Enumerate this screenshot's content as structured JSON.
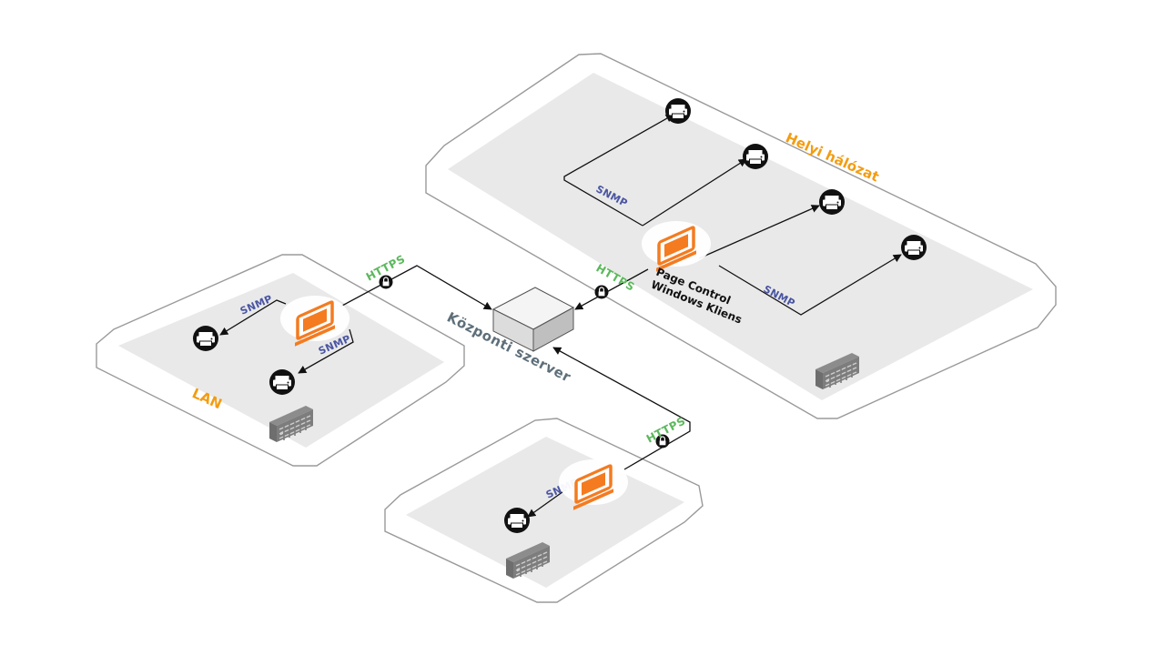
{
  "server": {
    "label": "Központi szerver"
  },
  "zones": {
    "helyi": {
      "label": "Helyi hálózat"
    },
    "lan": {
      "label": "LAN"
    },
    "bottom": {
      "label": ""
    }
  },
  "client": {
    "line1": "Page Control",
    "line2": "Windows Kliens"
  },
  "protocols": {
    "https": "HTTPS",
    "snmp": "SNMP"
  },
  "colors": {
    "https": "#5cb85c",
    "snmp": "#4a55a2",
    "zone_label": "#f39c12",
    "computer": "#f47b20",
    "server_label": "#5e6f7a"
  },
  "icons": {
    "printer": "printer-icon",
    "computer": "computer-icon",
    "lock": "lock-icon",
    "building": "building-icon",
    "server": "server-box-icon"
  }
}
